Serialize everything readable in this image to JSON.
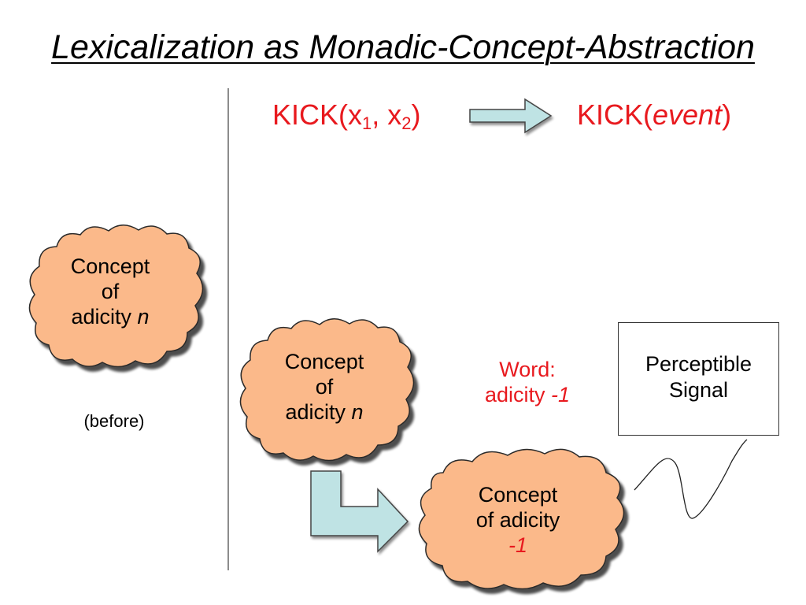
{
  "title": "Lexicalization as Monadic-Concept-Abstraction",
  "top_row": {
    "left_func": "KICK(x",
    "left_sub1": "1",
    "left_sep": ", x",
    "left_sub2": "2",
    "left_close": ")",
    "right_func": "KICK(",
    "right_arg": "event",
    "right_close": ")"
  },
  "left_cloud": {
    "line1": "Concept",
    "line2": "of",
    "line3": "adicity ",
    "var": "n"
  },
  "before_label": "(before)",
  "middle_cloud": {
    "line1": "Concept",
    "line2": "of",
    "line3": "adicity ",
    "var": "n"
  },
  "word_label": {
    "line1": "Word:",
    "line2": "adicity ",
    "value": "-1"
  },
  "signal_box": {
    "line1": "Perceptible",
    "line2": "Signal"
  },
  "bottom_cloud": {
    "line1": "Concept",
    "line2": "of adicity",
    "value": "-1"
  },
  "colors": {
    "red": "#e8191e",
    "cloud_fill": "#fbb98a",
    "arrow_fill": "#bfe3e4",
    "divider": "#8c8c8c"
  }
}
